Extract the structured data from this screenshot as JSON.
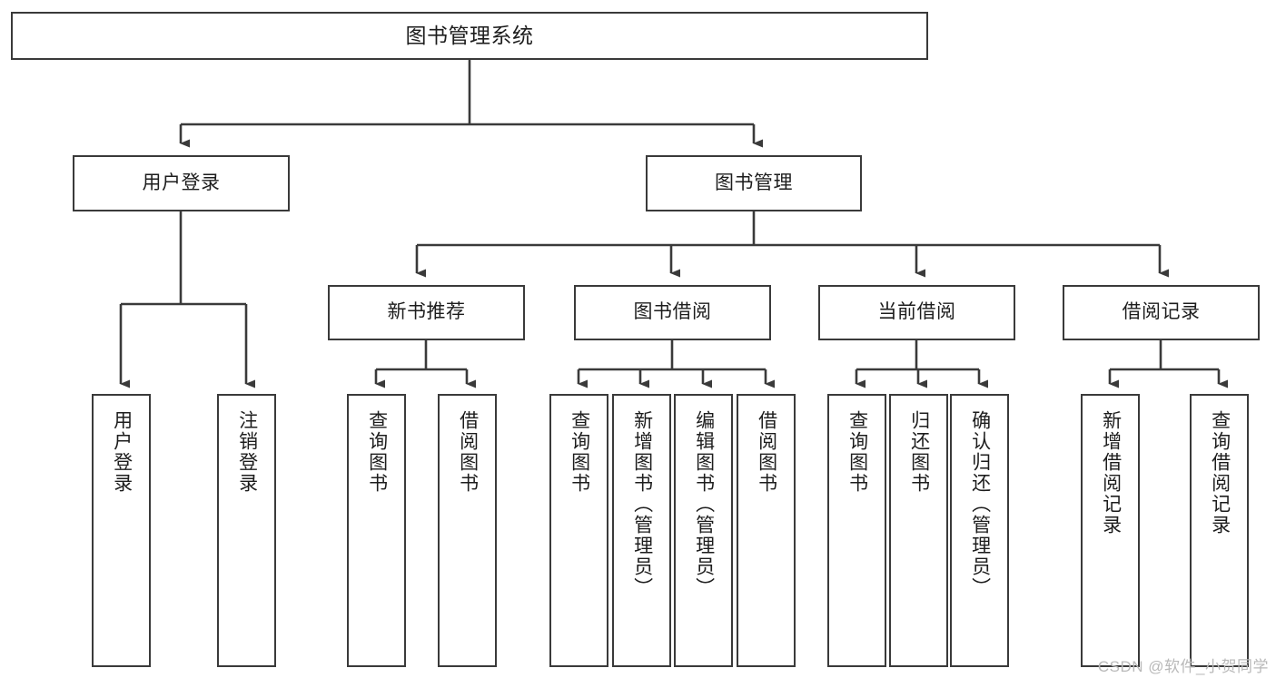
{
  "diagram": {
    "title": "图书管理系统",
    "watermark": "CSDN @软件_小贺同学",
    "type": "tree-hierarchy-chart",
    "colors": {
      "box_border": "#3a3a3a",
      "box_fill": "#ffffff",
      "connector": "#3a3a3a",
      "text": "#1d1d1d",
      "watermark": "#b9b9b9",
      "background": "#ffffff"
    },
    "root": {
      "id": "root",
      "label": "图书管理系统"
    },
    "level1": [
      {
        "id": "user-login",
        "label": "用户登录"
      },
      {
        "id": "book-manage",
        "label": "图书管理"
      }
    ],
    "level2": [
      {
        "id": "new-book-rec",
        "label": "新书推荐",
        "parent": "book-manage"
      },
      {
        "id": "book-borrow",
        "label": "图书借阅",
        "parent": "book-manage"
      },
      {
        "id": "current-borrow",
        "label": "当前借阅",
        "parent": "book-manage"
      },
      {
        "id": "borrow-record",
        "label": "借阅记录",
        "parent": "book-manage"
      }
    ],
    "leaves": [
      {
        "id": "leaf-user-login",
        "label": "用户登录",
        "parent": "user-login"
      },
      {
        "id": "leaf-user-logout",
        "label": "注销登录",
        "parent": "user-login"
      },
      {
        "id": "leaf-rec-query-book",
        "label": "查询图书",
        "parent": "new-book-rec"
      },
      {
        "id": "leaf-rec-borrow-book",
        "label": "借阅图书",
        "parent": "new-book-rec"
      },
      {
        "id": "leaf-borrow-query-book",
        "label": "查询图书",
        "parent": "book-borrow"
      },
      {
        "id": "leaf-borrow-add-book",
        "label": "新增图书（管理员）",
        "parent": "book-borrow"
      },
      {
        "id": "leaf-borrow-edit-book",
        "label": "编辑图书（管理员）",
        "parent": "book-borrow"
      },
      {
        "id": "leaf-borrow-borrow-book",
        "label": "借阅图书",
        "parent": "book-borrow"
      },
      {
        "id": "leaf-current-query-book",
        "label": "查询图书",
        "parent": "current-borrow"
      },
      {
        "id": "leaf-current-return-book",
        "label": "归还图书",
        "parent": "current-borrow"
      },
      {
        "id": "leaf-current-confirm-return",
        "label": "确认归还（管理员）",
        "parent": "current-borrow"
      },
      {
        "id": "leaf-record-add",
        "label": "新增借阅记录",
        "parent": "borrow-record"
      },
      {
        "id": "leaf-record-query",
        "label": "查询借阅记录",
        "parent": "borrow-record"
      }
    ]
  }
}
